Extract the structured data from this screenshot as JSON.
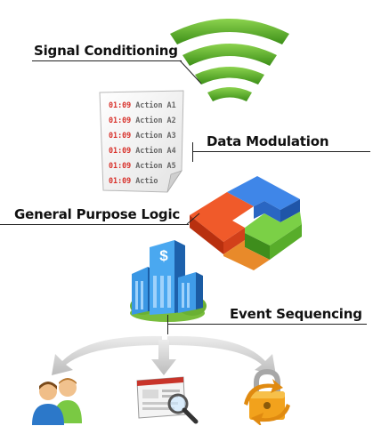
{
  "labels": {
    "signal_conditioning": "Signal Conditioning",
    "data_modulation": "Data Modulation",
    "general_purpose_logic": "General Purpose Logic",
    "event_sequencing": "Event Sequencing"
  },
  "action_log": [
    {
      "time": "01:09",
      "action": "Action A1"
    },
    {
      "time": "01:09",
      "action": "Action A2"
    },
    {
      "time": "01:09",
      "action": "Action A3"
    },
    {
      "time": "01:09",
      "action": "Action A4"
    },
    {
      "time": "01:09",
      "action": "Action A5"
    },
    {
      "time": "01:09",
      "action": "Actio"
    }
  ],
  "building_sign": "$",
  "icons": [
    "wifi-signal-icon",
    "document-log-icon",
    "logic-blocks-icon",
    "bank-building-icon",
    "users-icon",
    "web-browser-search-icon",
    "lock-sync-icon"
  ],
  "colors": {
    "wifi_green": "#5fb02e",
    "timestamp_red": "#d8312b",
    "block_red": "#e0461f",
    "block_blue": "#2d6fcf",
    "block_green": "#6cc03a",
    "building_blue": "#2a86d6",
    "arrow_gray": "#c8c8c8"
  }
}
